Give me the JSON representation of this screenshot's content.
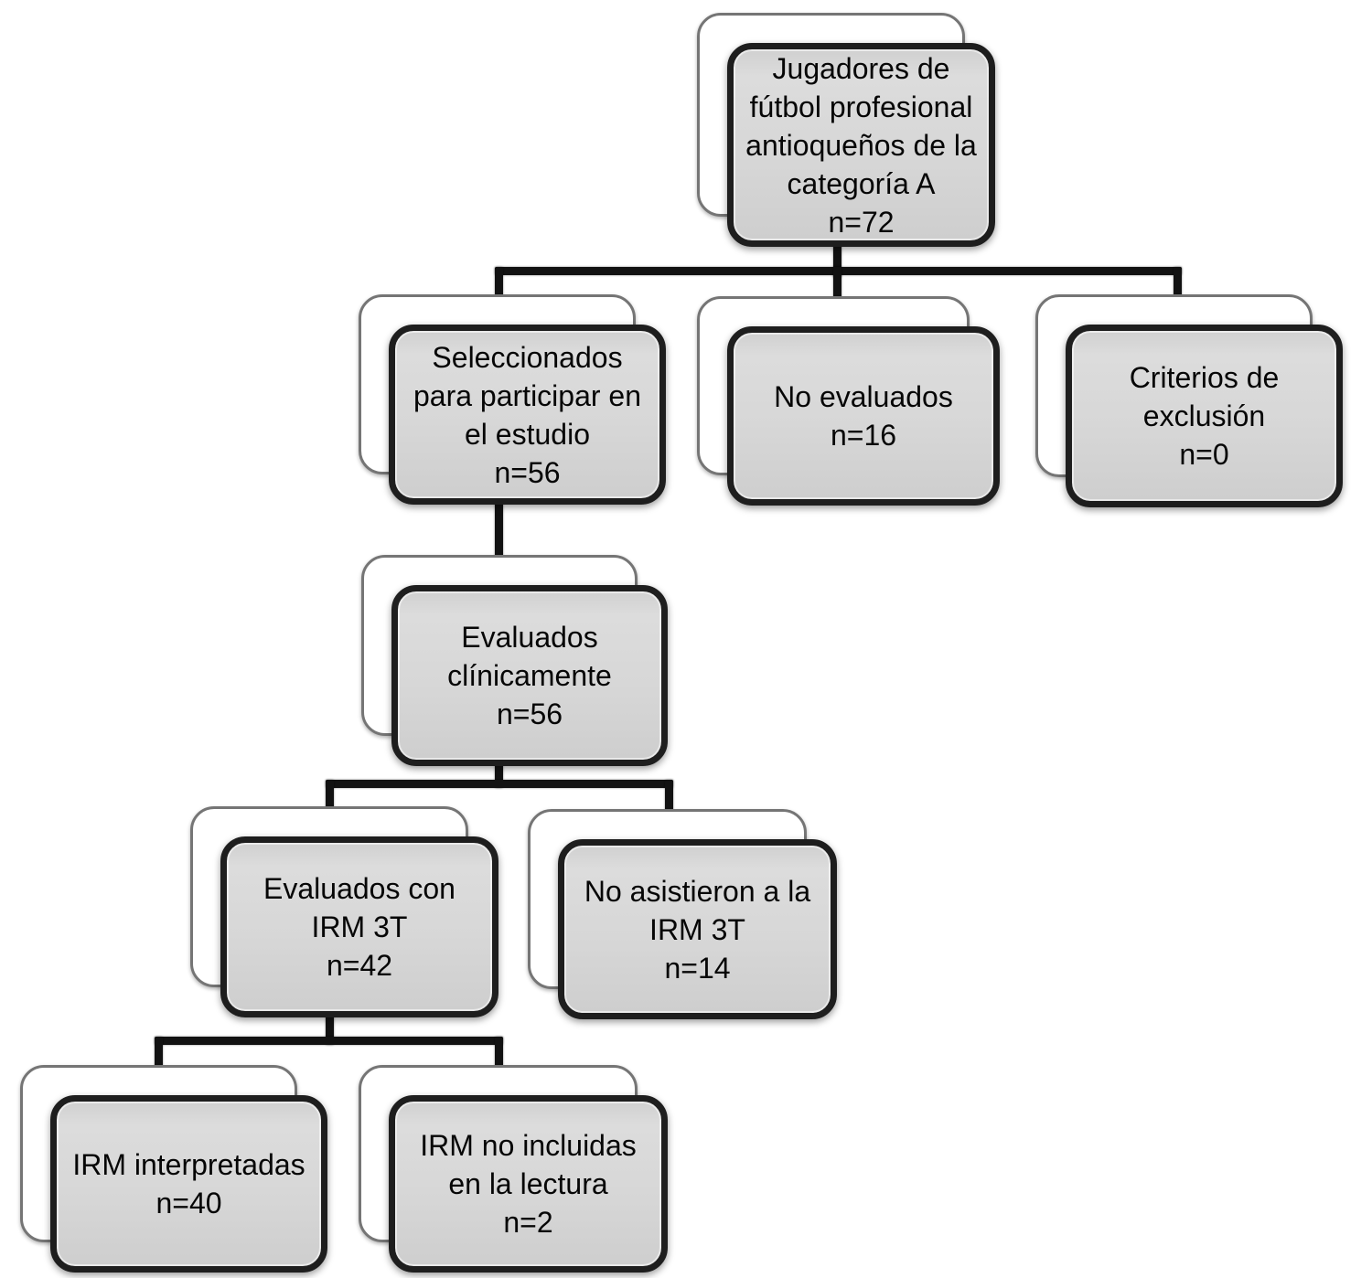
{
  "diagram": {
    "type": "flowchart",
    "language": "es",
    "colors": {
      "background": "#ffffff",
      "node_fill": "#d6d6d6",
      "node_border": "#1e1e1e",
      "shadow_box_fill": "#ffffff",
      "shadow_box_border": "#757575",
      "connector": "#121212",
      "text": "#060606"
    },
    "nodes": {
      "root": {
        "text": "Jugadores de\nfútbol profesional\nantioqueños de la\ncategoría A\nn=72",
        "n": 72
      },
      "seleccionados": {
        "text": "Seleccionados\npara participar en\nel estudio\nn=56",
        "n": 56
      },
      "no_evaluados": {
        "text": "No evaluados\nn=16",
        "n": 16
      },
      "criterios_exclusion": {
        "text": "Criterios de\nexclusión\nn=0",
        "n": 0
      },
      "evaluados_clinicamente": {
        "text": "Evaluados\nclínicamente\nn=56",
        "n": 56
      },
      "evaluados_irm": {
        "text": "Evaluados con\nIRM 3T\nn=42",
        "n": 42
      },
      "no_asistieron_irm": {
        "text": "No asistieron a la\nIRM 3T\nn=14",
        "n": 14
      },
      "irm_interpretadas": {
        "text": "IRM interpretadas\nn=40",
        "n": 40
      },
      "irm_no_incluidas": {
        "text": "IRM no incluidas\nen la lectura\nn=2",
        "n": 2
      }
    },
    "edges": [
      {
        "from": "root",
        "to": "seleccionados"
      },
      {
        "from": "root",
        "to": "no_evaluados"
      },
      {
        "from": "root",
        "to": "criterios_exclusion"
      },
      {
        "from": "seleccionados",
        "to": "evaluados_clinicamente"
      },
      {
        "from": "evaluados_clinicamente",
        "to": "evaluados_irm"
      },
      {
        "from": "evaluados_clinicamente",
        "to": "no_asistieron_irm"
      },
      {
        "from": "evaluados_irm",
        "to": "irm_interpretadas"
      },
      {
        "from": "evaluados_irm",
        "to": "irm_no_incluidas"
      }
    ]
  }
}
